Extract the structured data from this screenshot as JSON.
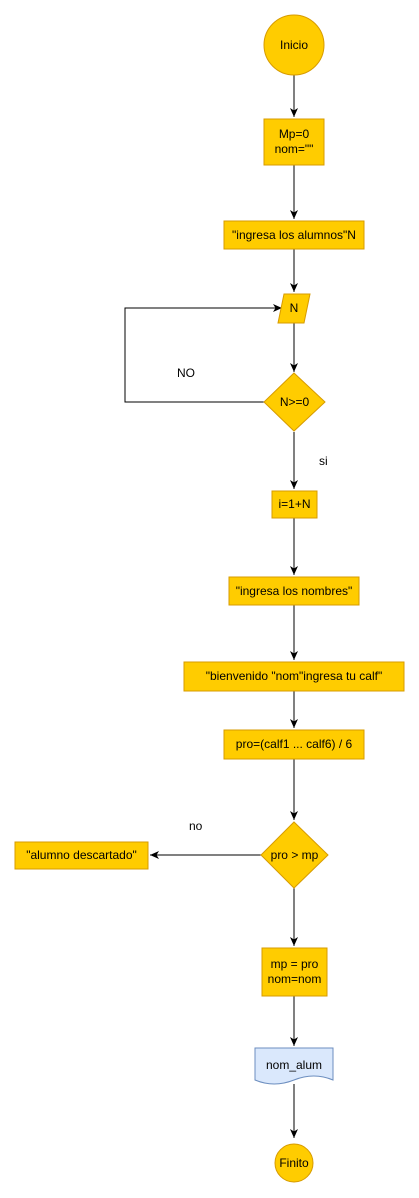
{
  "colors": {
    "node_fill": "#ffcc00",
    "node_stroke": "#d79b00",
    "doc_fill": "#dae8fc",
    "doc_stroke": "#6c8ebf",
    "edge": "#000000"
  },
  "nodes": {
    "start": "Inicio",
    "init": "Mp=0\nnom=\"\"",
    "prompt_students": "\"ingresa los alumnos\"N",
    "input_n": "N",
    "check_n": "N>=0",
    "loop_i": "i=1+N",
    "prompt_names": "\"ingresa los nombres\"",
    "welcome": "\"bienvenido \"nom\"ingresa tu calf\"",
    "average": "pro=(calf1 ... calf6) / 6",
    "compare": "pro > mp",
    "discarded": "\"alumno descartado\"",
    "assign": "mp = pro\nnom=nom",
    "output_doc": "nom_alum",
    "end": "Finito"
  },
  "edge_labels": {
    "no_upper": "NO",
    "yes": "si",
    "no_lower": "no"
  }
}
